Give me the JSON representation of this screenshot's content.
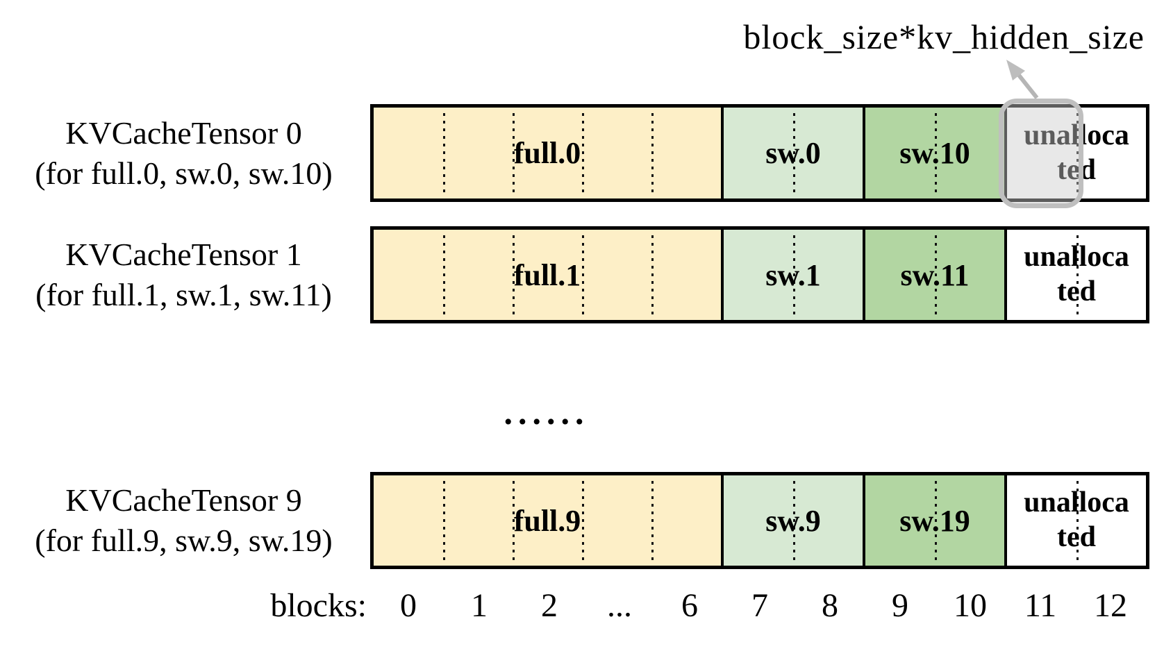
{
  "annotation": {
    "label": "block_size*kv_hidden_size"
  },
  "rows": [
    {
      "title": "KVCacheTensor 0",
      "subtitle": "(for full.0, sw.0, sw.10)",
      "segments": [
        {
          "label": "full.0"
        },
        {
          "label": "sw.0"
        },
        {
          "label": "sw.10"
        },
        {
          "label_line1": "unalloca",
          "label_line2": "ted"
        }
      ],
      "highlighted": true
    },
    {
      "title": "KVCacheTensor 1",
      "subtitle": "(for full.1, sw.1, sw.11)",
      "segments": [
        {
          "label": "full.1"
        },
        {
          "label": "sw.1"
        },
        {
          "label": "sw.11"
        },
        {
          "label_line1": "unalloca",
          "label_line2": "ted"
        }
      ],
      "highlighted": false
    },
    {
      "title": "KVCacheTensor 9",
      "subtitle": "(for full.9, sw.9, sw.19)",
      "segments": [
        {
          "label": "full.9"
        },
        {
          "label": "sw.9"
        },
        {
          "label": "sw.19"
        },
        {
          "label_line1": "unalloca",
          "label_line2": "ted"
        }
      ],
      "highlighted": false
    }
  ],
  "ellipsis": "......",
  "axis": {
    "label": "blocks:",
    "ticks": [
      "0",
      "1",
      "2",
      "...",
      "6",
      "7",
      "8",
      "9",
      "10",
      "11",
      "12"
    ]
  },
  "colors": {
    "full": "#FDEFC7",
    "sw_light": "#D7E9D3",
    "sw_dark": "#B2D6A2",
    "unallocated": "#FFFFFF",
    "border": "#000000",
    "highlight_border": "#BFBFBF",
    "highlight_fill": "rgba(205,205,205,0.45)",
    "arrow": "#B5B5B5"
  }
}
